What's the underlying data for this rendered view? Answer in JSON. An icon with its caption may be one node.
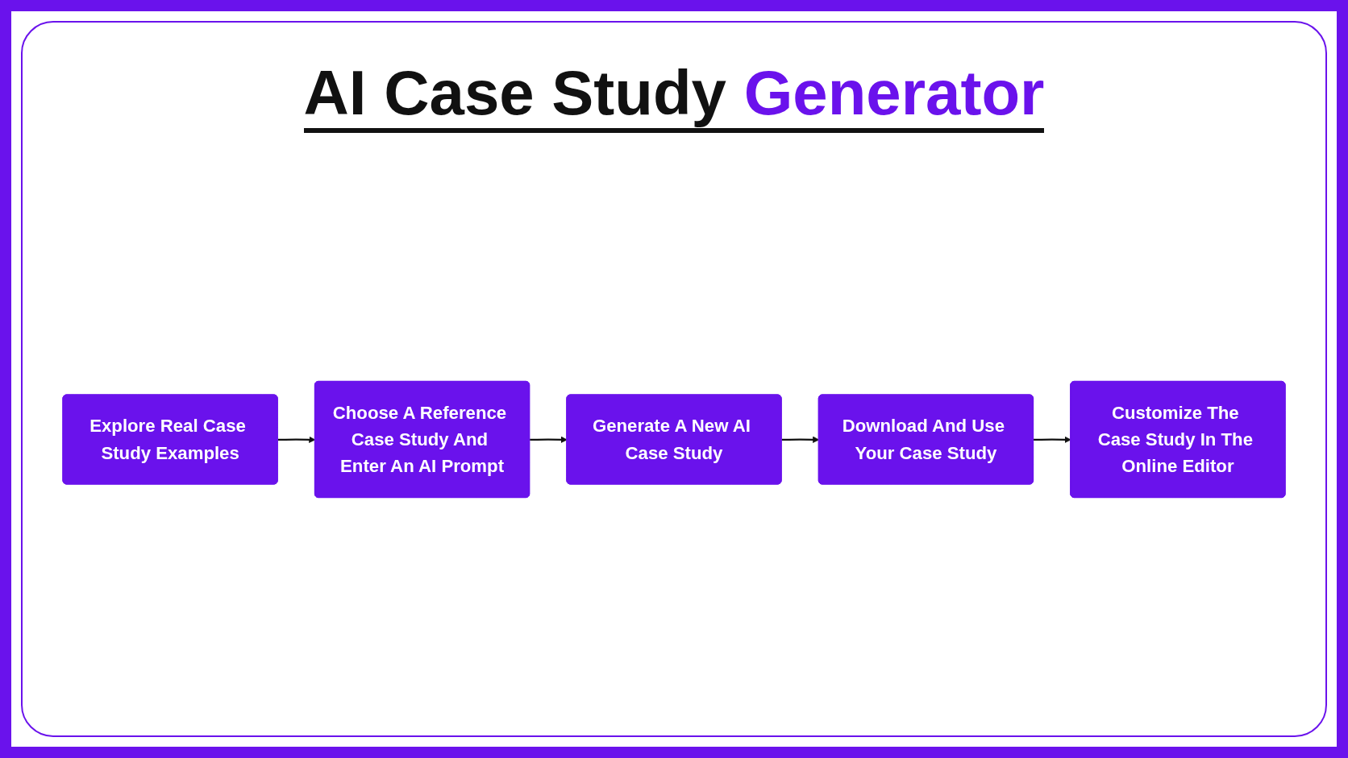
{
  "diagram": {
    "title": "AI Case Study Generator",
    "nodes": [
      {
        "text": [
          "Explore Real Case Study Examples"
        ]
      },
      {
        "text": [
          "Choose A Reference Case Study And Enter An AI Prompt"
        ]
      },
      {
        "text": [
          "Generate A New AI Case Study"
        ]
      },
      {
        "text": [
          "Customize The Case Study In The Online Editor"
        ]
      },
      {
        "text": [
          "Download And Use Your Case Study"
        ]
      }
    ],
    "edges": [
      {
        "from": 0,
        "to": 1,
        "arrow": "to"
      },
      {
        "from": 1,
        "to": 2,
        "arrow": "to"
      },
      {
        "from": 2,
        "to": 4,
        "arrow": "to"
      },
      {
        "from": 4,
        "to": 3,
        "arrow": "to"
      }
    ]
  }
}
